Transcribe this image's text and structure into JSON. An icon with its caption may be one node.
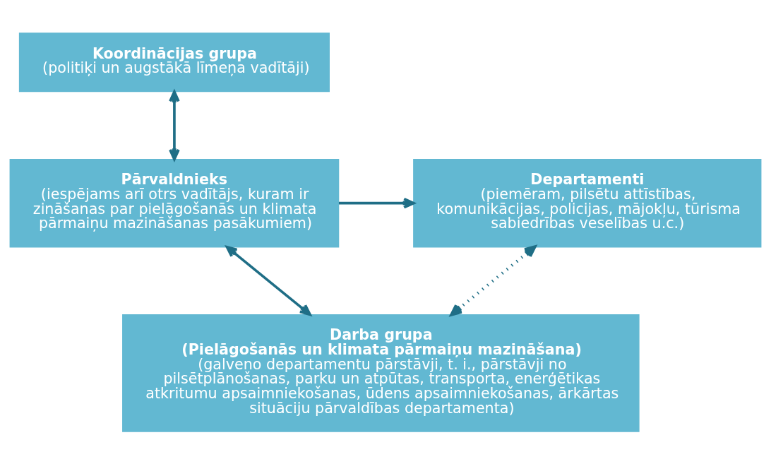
{
  "diagram": {
    "nodes": [
      {
        "text": [
          "Koordinācijas grupa",
          "(politiķi un augstākā līmeņa vadītāji)"
        ]
      },
      {
        "text": [
          "Pārvaldnieks",
          "(iespējams arī otrs vadītājs, kuram ir zināšanas par pielāgošanās un klimata pārmaiņu mazināšanas pasākumiem)"
        ]
      },
      {
        "text": [
          "Departamenti",
          "(piemēram, pilsētu attīstības, komunikācijas, policijas, mājokļu, tūrisma sabiedrības veselības u.c.)"
        ]
      },
      {
        "text": [
          "Darba grupa",
          "(Pielāgošanās un klimata pārmaiņu mazināšana)",
          "(galveno departamentu pārstāvji, t. i., pārstāvji no pilsētplānošanas, parku un atpūtas, transporta, enerģētikas atkritumu apsaimniekošanas, ūdens apsaimniekošanas, ārkārtas situāciju pārvaldības departamenta)"
        ]
      }
    ],
    "edges": [
      {
        "from": 0,
        "to": 1,
        "arrow": "both"
      },
      {
        "from": 1,
        "to": 2,
        "arrow": "to"
      },
      {
        "from": 1,
        "to": 3,
        "arrow": "both"
      },
      {
        "from": 2,
        "to": 3,
        "arrow": "both",
        "style": "dashed"
      }
    ]
  }
}
